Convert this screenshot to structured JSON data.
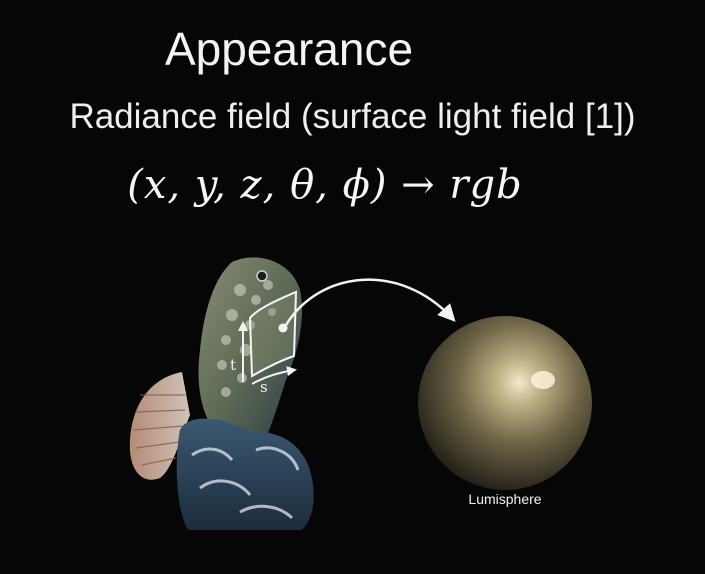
{
  "slide": {
    "title": "Appearance",
    "subtitle": "Radiance field (surface light field [1])",
    "formula": "(x, y, z, θ, ϕ) → rgb"
  },
  "figure": {
    "axis_t": "t",
    "axis_s": "s",
    "caption": "Lumisphere"
  }
}
